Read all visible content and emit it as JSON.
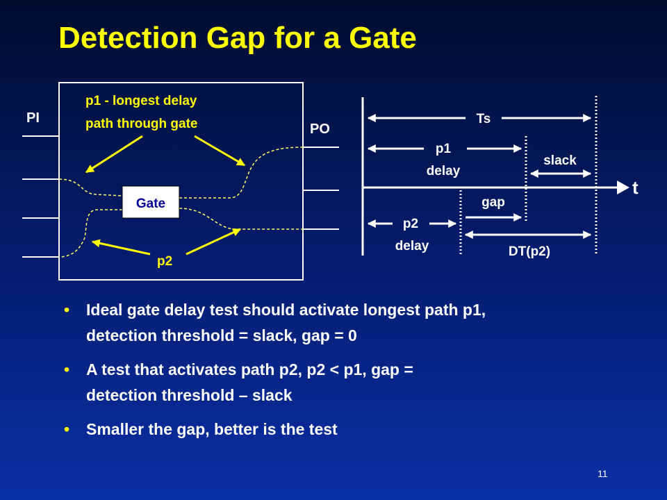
{
  "slide": {
    "title": "Detection Gap for a Gate",
    "page_number": "11"
  },
  "circuit": {
    "pi_label": "PI",
    "po_label": "PO",
    "gate_label": "Gate",
    "p1_label_line1": "p1 - longest delay",
    "p1_label_line2": "path through gate",
    "p2_label": "p2"
  },
  "timing": {
    "ts_label": "Ts",
    "p1_label": "p1",
    "p1_delay_label": "delay",
    "slack_label": "slack",
    "t_label": "t",
    "gap_label": "gap",
    "p2_label": "p2",
    "p2_delay_label": "delay",
    "dt_label": "DT(p2)"
  },
  "bullets": [
    {
      "line1": "Ideal gate delay test should activate longest path p1,",
      "line2": "detection threshold = slack, gap = 0"
    },
    {
      "line1": "A test that activates path p2, p2 < p1, gap =",
      "line2": "detection threshold – slack"
    },
    {
      "line1": "Smaller the gap, better is the test",
      "line2": ""
    }
  ],
  "colors": {
    "title": "#ffff00",
    "accent": "#ffff00",
    "text": "#ffffff",
    "path": "#ffff66"
  }
}
